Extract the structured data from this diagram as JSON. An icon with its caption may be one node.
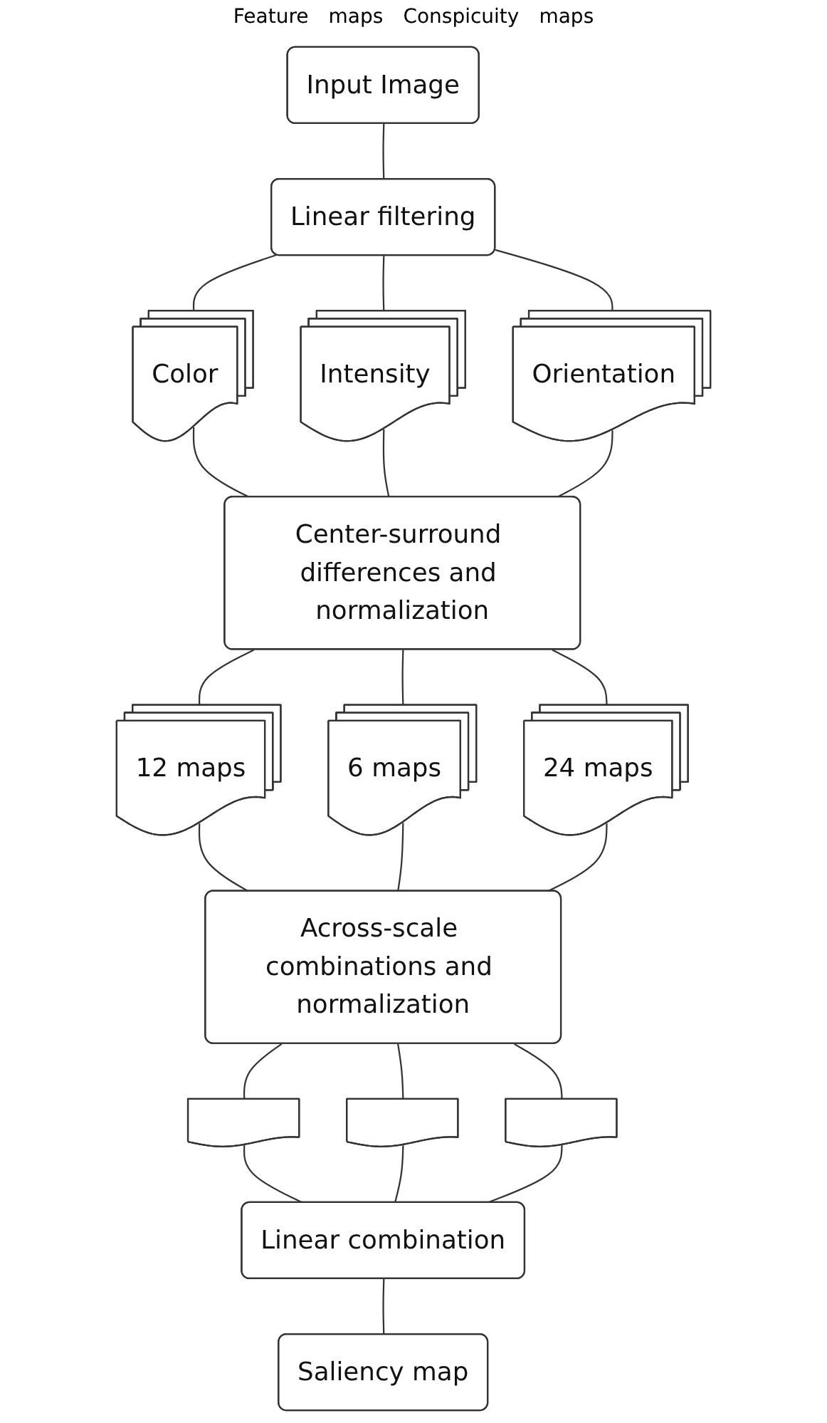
{
  "diagram": {
    "nodes": [
      {
        "text": [
          "Input Image"
        ]
      },
      {
        "text": [
          "Linear filtering"
        ]
      },
      {
        "text": [
          "Color"
        ]
      },
      {
        "text": [
          "Intensity"
        ]
      },
      {
        "text": [
          "Orientation"
        ]
      },
      {
        "text": [
          "Center-surround differences and normalization"
        ]
      },
      {
        "text": [
          "12 maps"
        ]
      },
      {
        "text": [
          "6 maps"
        ]
      },
      {
        "text": [
          "24 maps"
        ]
      },
      {
        "text": [
          "Across-scale combinations and normalization"
        ]
      },
      {
        "text": [],
        "shape": "document"
      },
      {
        "text": [],
        "shape": "document"
      },
      {
        "text": [],
        "shape": "document"
      },
      {
        "text": [
          "Linear combination"
        ]
      },
      {
        "text": [
          "Saliency map"
        ]
      }
    ],
    "edges": [
      {
        "from": 0,
        "to": 1,
        "arrow": "none"
      },
      {
        "from": 1,
        "to": 2,
        "arrow": "none"
      },
      {
        "from": 1,
        "to": 3,
        "arrow": "none"
      },
      {
        "from": 1,
        "to": 4,
        "arrow": "none"
      },
      {
        "from": 2,
        "to": 5,
        "arrow": "none"
      },
      {
        "from": 3,
        "to": 5,
        "arrow": "none"
      },
      {
        "from": 4,
        "to": 5,
        "arrow": "none"
      },
      {
        "from": 5,
        "to": 6,
        "arrow": "none"
      },
      {
        "from": 5,
        "to": 7,
        "arrow": "none"
      },
      {
        "from": 5,
        "to": 8,
        "arrow": "none"
      },
      {
        "from": 6,
        "to": 9,
        "arrow": "none"
      },
      {
        "from": 7,
        "to": 9,
        "arrow": "none"
      },
      {
        "from": 8,
        "to": 9,
        "arrow": "none"
      },
      {
        "from": 9,
        "to": 10,
        "arrow": "none"
      },
      {
        "from": 9,
        "to": 11,
        "arrow": "none"
      },
      {
        "from": 9,
        "to": 12,
        "arrow": "none"
      },
      {
        "from": 10,
        "to": 13,
        "arrow": "none"
      },
      {
        "from": 11,
        "to": 13,
        "arrow": "none"
      },
      {
        "from": 12,
        "to": 13,
        "arrow": "none"
      },
      {
        "from": 13,
        "to": 14,
        "arrow": "none"
      }
    ],
    "labels": [
      "Feature",
      "maps",
      "Conspicuity",
      "maps"
    ]
  }
}
